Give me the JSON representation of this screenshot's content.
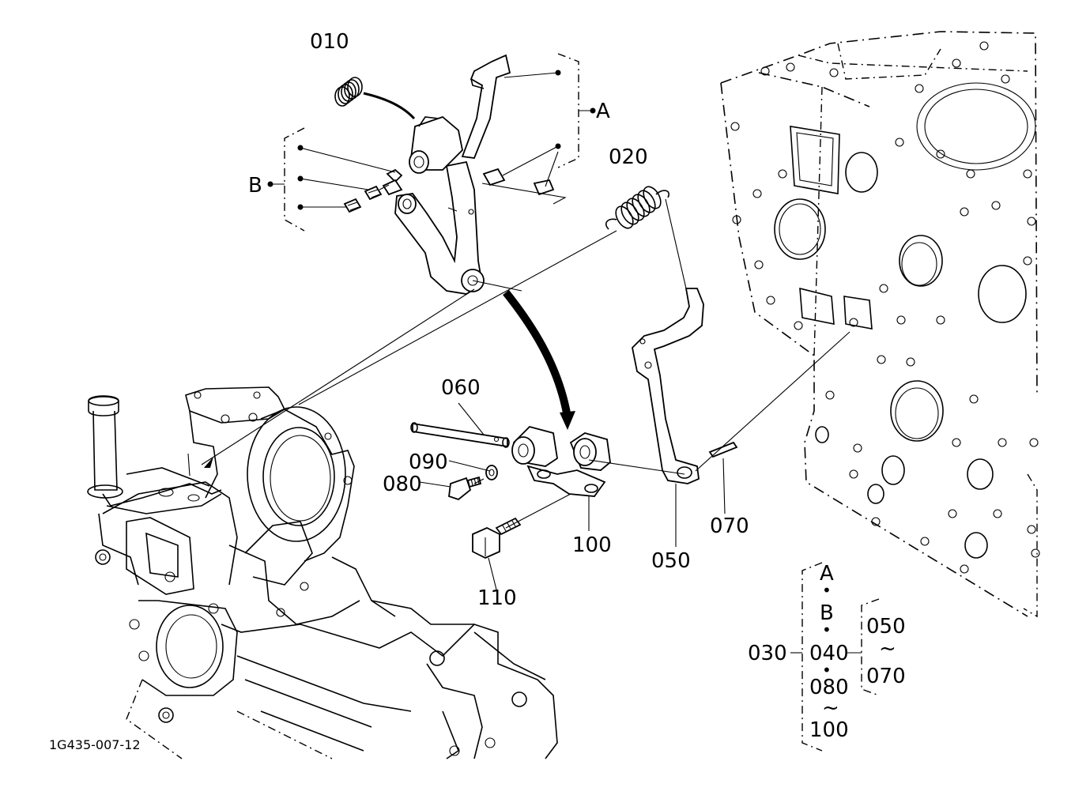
{
  "figure_code": "1G435-007-12",
  "parts": {
    "p010": "010",
    "p020": "020",
    "p050": "050",
    "p060": "060",
    "p070": "070",
    "p080": "080",
    "p090": "090",
    "p100": "100",
    "p110": "110"
  },
  "group_refs": {
    "A": "A",
    "B": "B"
  },
  "legend": {
    "assembly": "030",
    "line1": "A",
    "sep1": "•",
    "line2": "B",
    "sep2": "•",
    "line3": "040",
    "sep3": "•",
    "line4": "080",
    "tilde1": "~",
    "line5": "100",
    "sub_top": "050",
    "tilde2": "~",
    "sub_bottom": "070"
  }
}
